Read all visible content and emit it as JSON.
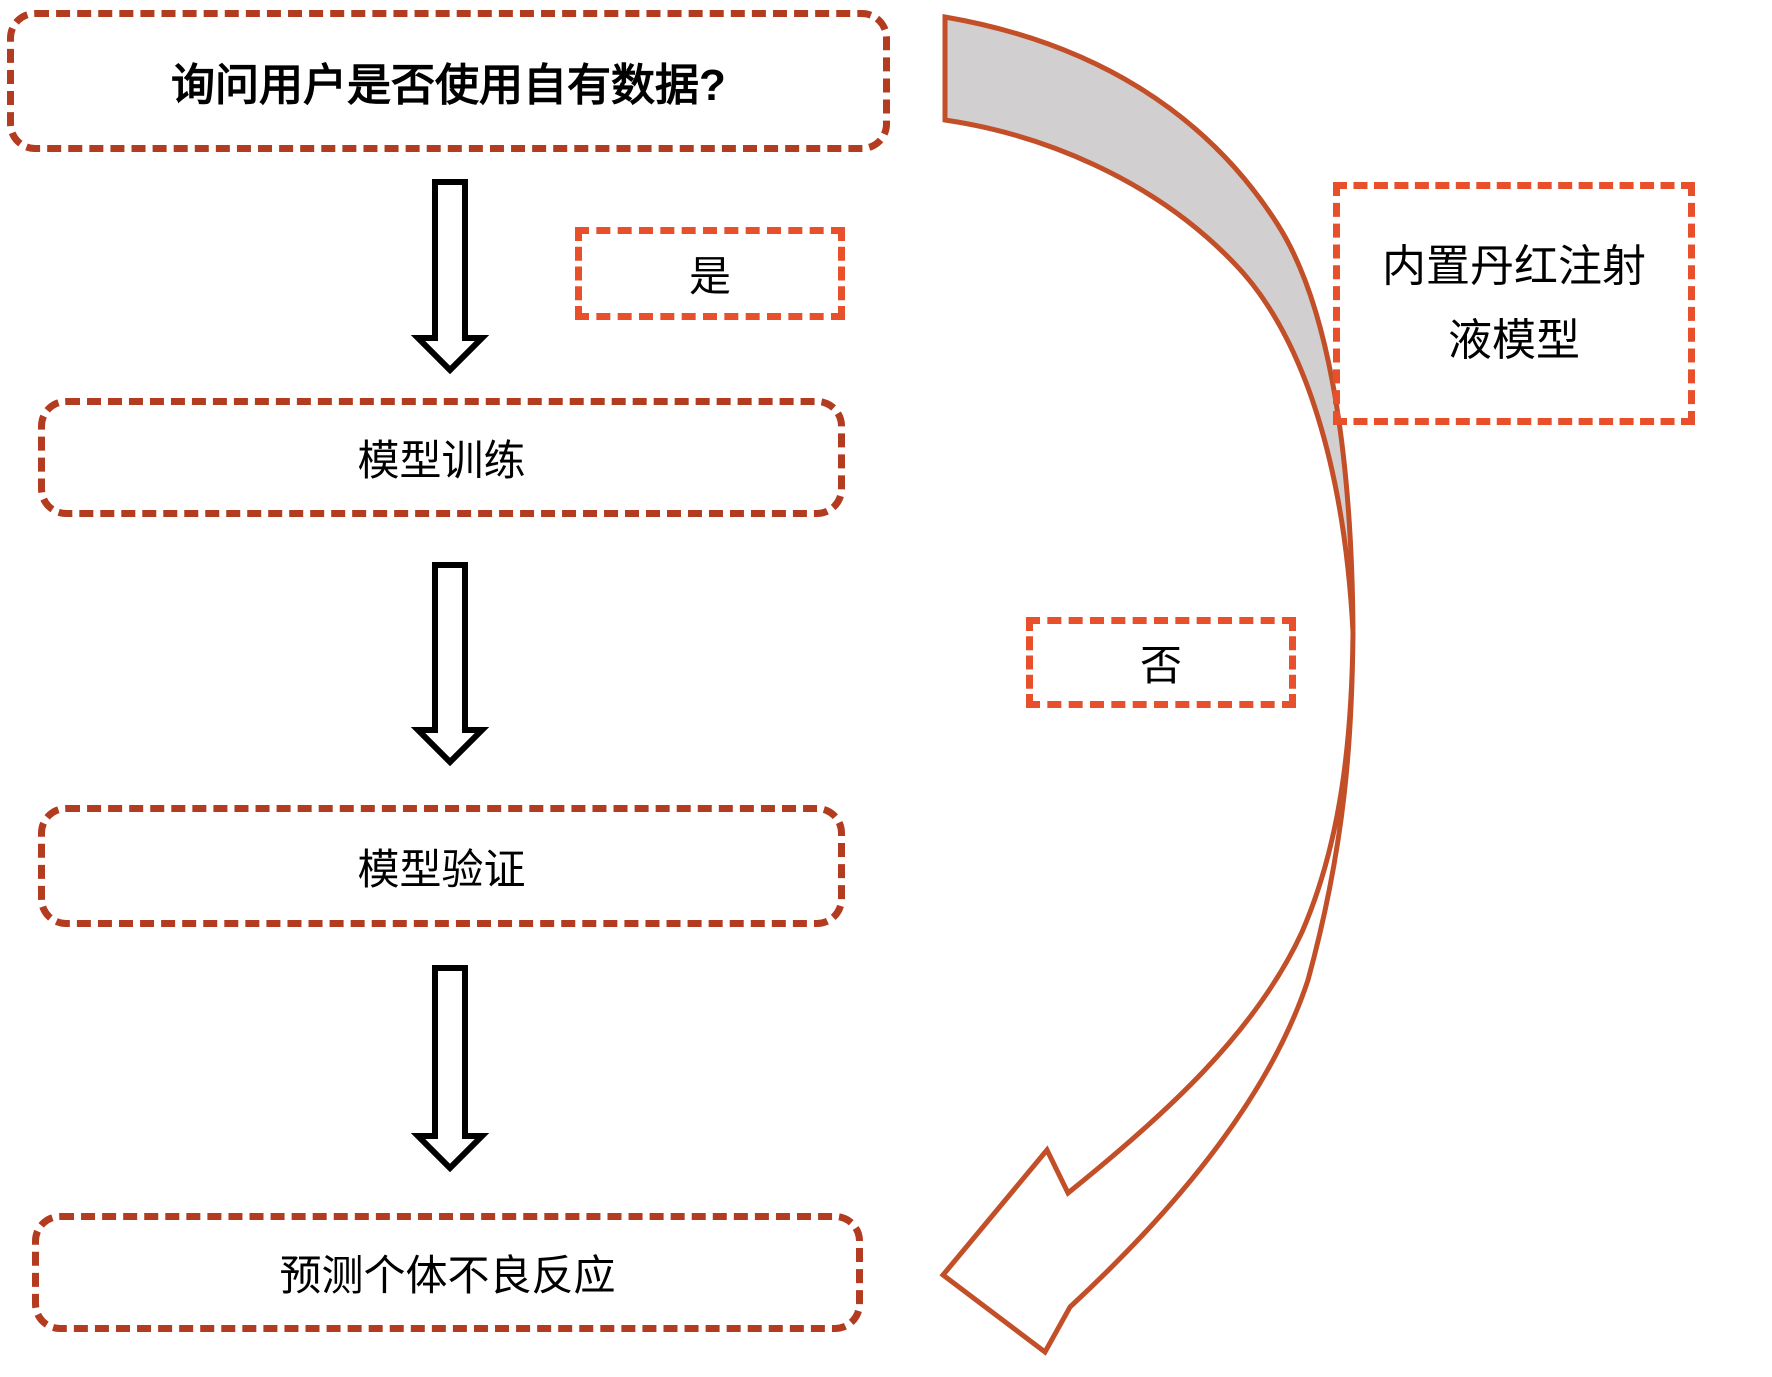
{
  "diagram": {
    "type": "flowchart",
    "flow": {
      "step1": "询问用户是否使用自有数据?",
      "step2": "模型训练",
      "step3": "模型验证",
      "step4": "预测个体不良反应"
    },
    "labels": {
      "yes": "是",
      "no": "否",
      "builtin_model": "内置丹红注射液模型"
    },
    "colors": {
      "flow_box_border": "#B23B20",
      "label_box_border": "#E8502B",
      "curved_arrow_stroke": "#C24F28",
      "curved_arrow_tail_fill": "#D1CFCF",
      "block_arrow_stroke": "#000000",
      "text": "#000000",
      "background": "#FFFFFF"
    }
  }
}
